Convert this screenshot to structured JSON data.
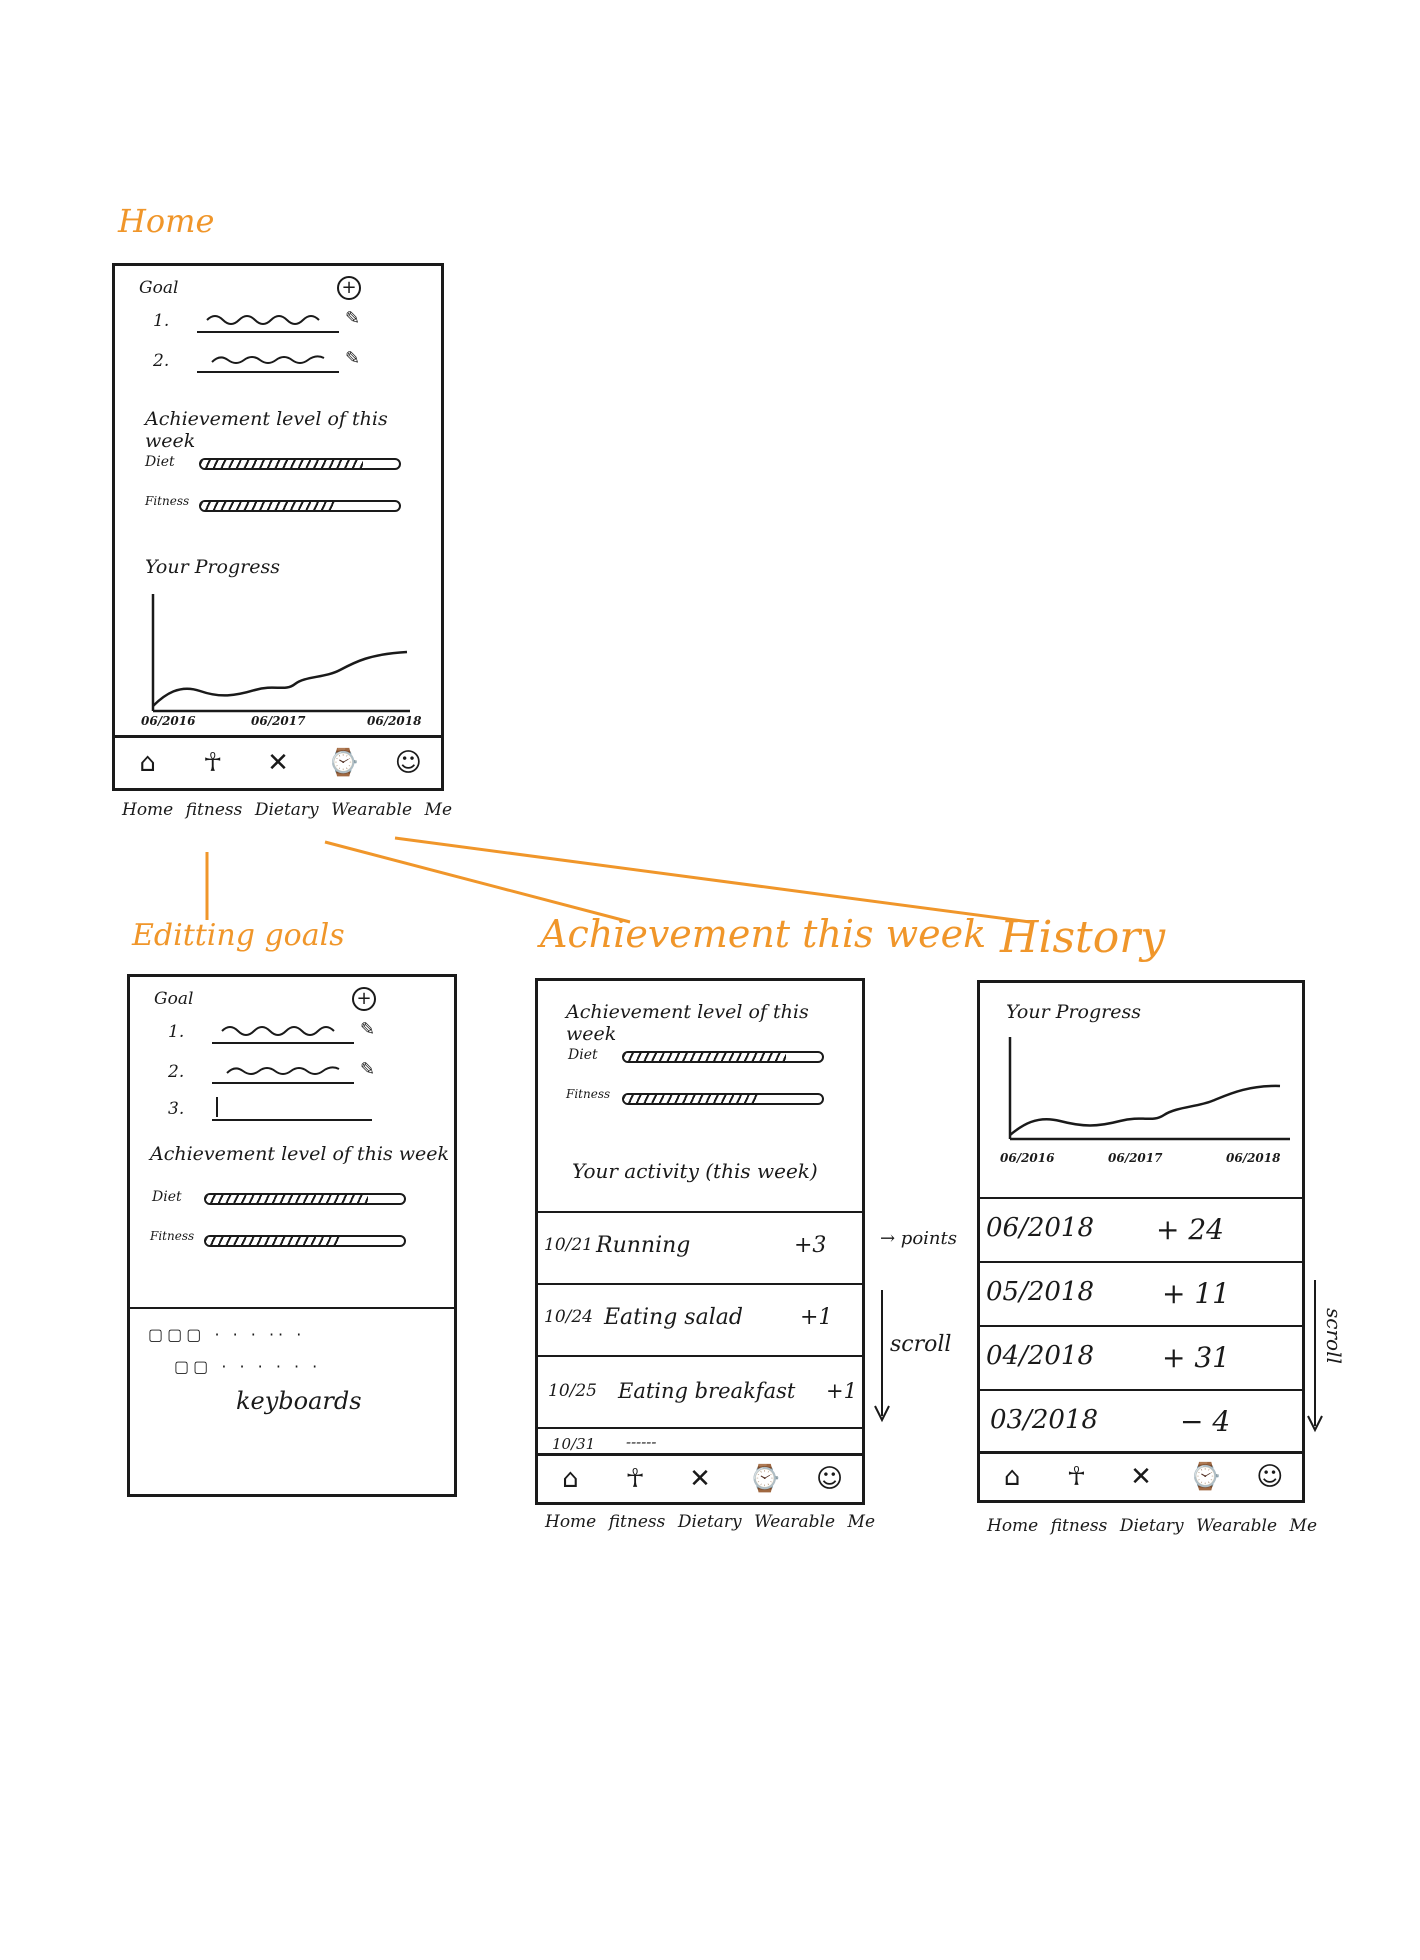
{
  "home": {
    "title": "Home",
    "goal_label": "Goal",
    "goals": [
      "1.",
      "2."
    ],
    "achievement_label": "Achievement level of this week",
    "diet_label": "Diet",
    "fitness_label": "Fitness",
    "diet_progress": 0.82,
    "fitness_progress": 0.68,
    "progress_label": "Your Progress",
    "x_ticks": [
      "06/2016",
      "06/2017",
      "06/2018"
    ]
  },
  "nav": {
    "labels": [
      "Home",
      "fitness",
      "Dietary",
      "Wearable",
      "Me"
    ],
    "icons": [
      "home-icon",
      "fitness-icon",
      "dietary-icon",
      "wearable-icon",
      "me-icon"
    ]
  },
  "editing": {
    "title": "Editting goals",
    "goal_label": "Goal",
    "goals": [
      "1.",
      "2.",
      "3."
    ],
    "achievement_label": "Achievement level of this week",
    "diet_label": "Diet",
    "fitness_label": "Fitness",
    "keyboard_label": "keyboards"
  },
  "achievement": {
    "title": "Achievement this week",
    "achievement_label": "Achievement level of this week",
    "diet_label": "Diet",
    "fitness_label": "Fitness",
    "activity_label": "Your activity (this week)",
    "activities": [
      {
        "date": "10/21",
        "name": "Running",
        "points": "+3"
      },
      {
        "date": "10/24",
        "name": "Eating salad",
        "points": "+1"
      },
      {
        "date": "10/25",
        "name": "Eating breakfast",
        "points": "+1"
      },
      {
        "date": "10/31",
        "name": "------",
        "points": ""
      }
    ],
    "points_note": "→ points",
    "scroll_note": "scroll"
  },
  "history": {
    "title": "History",
    "progress_label": "Your Progress",
    "x_ticks": [
      "06/2016",
      "06/2017",
      "06/2018"
    ],
    "entries": [
      {
        "date": "06/2018",
        "points": "+ 24"
      },
      {
        "date": "05/2018",
        "points": "+ 11"
      },
      {
        "date": "04/2018",
        "points": "+ 31"
      },
      {
        "date": "03/2018",
        "points": "− 4"
      }
    ],
    "scroll_note": "scroll"
  },
  "colors": {
    "accent": "#f0962a",
    "ink": "#1a1a1a"
  }
}
